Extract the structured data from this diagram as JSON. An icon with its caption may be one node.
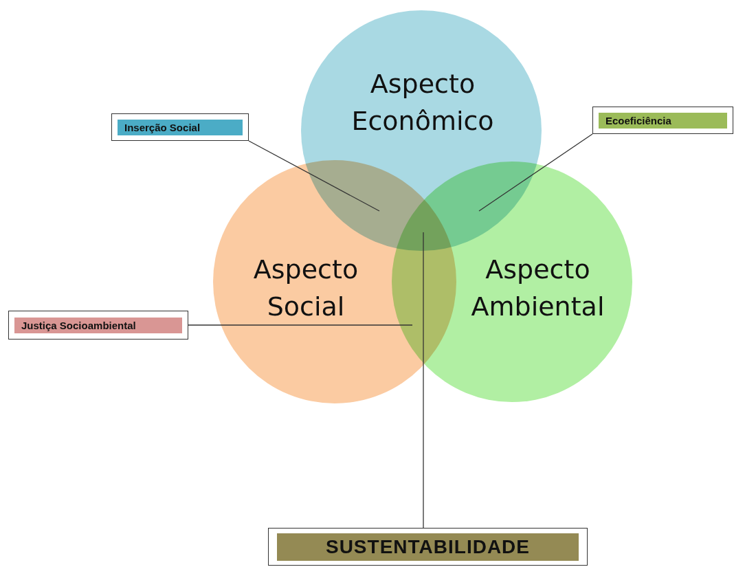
{
  "diagram": {
    "nodes": [
      {
        "text": [
          "Aspecto Econômico"
        ]
      },
      {
        "text": [
          "Aspecto Social"
        ]
      },
      {
        "text": [
          "Aspecto Ambiental"
        ]
      },
      {
        "text": [
          "Inserção Social"
        ]
      },
      {
        "text": [
          "Ecoeficiência"
        ]
      },
      {
        "text": [
          "Justiça Socioambiental"
        ]
      },
      {
        "text": [
          "SUSTENTABILIDADE"
        ]
      }
    ],
    "edges": [
      {
        "from": 3,
        "to": 0,
        "arrow": "none"
      },
      {
        "from": 4,
        "to": 0,
        "arrow": "none"
      },
      {
        "from": 5,
        "to": 2,
        "arrow": "none"
      },
      {
        "from": 6,
        "to": 0,
        "arrow": "none"
      }
    ]
  }
}
